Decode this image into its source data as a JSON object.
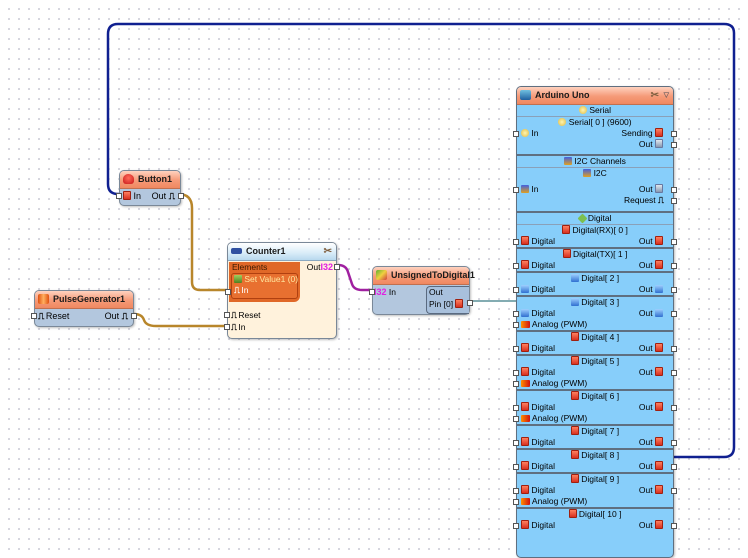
{
  "components": {
    "button": {
      "title": "Button1",
      "in_label": "In",
      "out_label": "Out"
    },
    "pulse_generator": {
      "title": "PulseGenerator1",
      "reset_label": "Reset",
      "out_label": "Out"
    },
    "counter": {
      "title": "Counter1",
      "elements_label": "Elements",
      "element_item": "Set Value1 (0)",
      "element_in_label": "In",
      "out_label": "Out",
      "out_type": "I32",
      "reset_label": "Reset",
      "in_label": "In"
    },
    "unsigned_to_digital": {
      "title": "UnsignedToDigital1",
      "in_type": "I32",
      "in_label": "In",
      "out_group_label": "Out",
      "pin_label": "Pin [0]"
    },
    "arduino": {
      "title": "Arduino Uno",
      "serial": {
        "group_label": "Serial",
        "channel_label": "Serial[ 0 ] (9600)",
        "in_label": "In",
        "sending_label": "Sending",
        "out_label": "Out"
      },
      "i2c": {
        "group_label": "I2C Channels",
        "channel_label": "I2C",
        "in_label": "In",
        "out_label": "Out",
        "request_label": "Request"
      },
      "digital": {
        "group_label": "Digital",
        "channels": [
          {
            "label": "Digital(RX)[ 0 ]",
            "in_label": "Digital",
            "out_label": "Out",
            "analog": null
          },
          {
            "label": "Digital(TX)[ 1 ]",
            "in_label": "Digital",
            "out_label": "Out",
            "analog": null
          },
          {
            "label": "Digital[ 2 ]",
            "in_label": "Digital",
            "out_label": "Out",
            "analog": null
          },
          {
            "label": "Digital[ 3 ]",
            "in_label": "Digital",
            "out_label": "Out",
            "analog": "Analog (PWM)"
          },
          {
            "label": "Digital[ 4 ]",
            "in_label": "Digital",
            "out_label": "Out",
            "analog": null
          },
          {
            "label": "Digital[ 5 ]",
            "in_label": "Digital",
            "out_label": "Out",
            "analog": "Analog (PWM)"
          },
          {
            "label": "Digital[ 6 ]",
            "in_label": "Digital",
            "out_label": "Out",
            "analog": "Analog (PWM)"
          },
          {
            "label": "Digital[ 7 ]",
            "in_label": "Digital",
            "out_label": "Out",
            "analog": null
          },
          {
            "label": "Digital[ 8 ]",
            "in_label": "Digital",
            "out_label": "Out",
            "analog": null
          },
          {
            "label": "Digital[ 9 ]",
            "in_label": "Digital",
            "out_label": "Out",
            "analog": "Analog (PWM)"
          },
          {
            "label": "Digital[ 10 ]",
            "in_label": "Digital",
            "out_label": "Out",
            "analog": null
          }
        ]
      }
    }
  },
  "wires": [
    {
      "from": "Button1.Out",
      "to": "Counter1.Elements.SetValue1.In",
      "color": "#b8862b"
    },
    {
      "from": "PulseGenerator1.Out",
      "to": "Counter1.In",
      "color": "#b8862b"
    },
    {
      "from": "Counter1.Out",
      "to": "UnsignedToDigital1.In",
      "color": "#a020a0"
    },
    {
      "from": "UnsignedToDigital1.Pin[0]",
      "to": "ArduinoUno.Digital[2].Digital",
      "color": "#5a9098"
    },
    {
      "from": "ArduinoUno.Digital[7].Out",
      "to": "Button1.In",
      "color": "#102090"
    }
  ],
  "colors": {
    "header": "#f59a78",
    "body_blue": "#b3c7de",
    "body_cream": "#fff2dc",
    "arduino_body": "#87cefa",
    "counter_elements": "#e06828"
  }
}
